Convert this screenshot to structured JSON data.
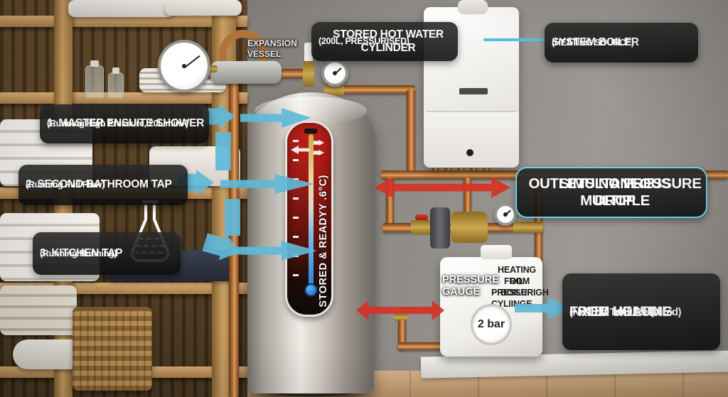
{
  "diagram": {
    "cylinder_label": {
      "title": "STORED HOT WATER CYLINDER",
      "subtitle": "(200L, PRESSURISED)"
    },
    "boiler_label": {
      "title": "SYSTEM BOILER",
      "subtitle": "(HEATING SOURCE)"
    },
    "expansion_vessel_label": {
      "line1": "EXPANSION",
      "line2": "VESSEL"
    },
    "outlets": [
      {
        "title": "1. MASTER ENSUITE SHOWER",
        "subtitle": "(Running High Pressure, 20L/min+)"
      },
      {
        "title": "2. SECOND BATHROOM TAP",
        "subtitle": "(Running Full Flow)"
      },
      {
        "title": "3. KITCHEN TAP",
        "subtitle": "(Running Running)"
      }
    ],
    "simultaneous_label": {
      "line1": "SIMULTANEOUS MULTIPLE",
      "line2": "OUTLETS NO PRESSURE DROP"
    },
    "pressure_gauge_label": {
      "line1": "PRESSURE",
      "line2": "GAUGE"
    },
    "pressure_unit": {
      "line1": "HEATING OIL",
      "line2": "FROM BOILER",
      "line3": "PRESSURIGH",
      "line4": "CYLIINGE",
      "gauge_reading": "2 bar"
    },
    "fixed_volume_label": {
      "line1": "FIXED VOLUME",
      "line2": "FROM HEATING",
      "line3": "(No Loft Tank Required)"
    },
    "cylinder_panel_text": "STORED & READYY .6°C)",
    "colors": {
      "arrow_blue": "#5fb9d8",
      "arrow_red": "#d63226",
      "label_background": "#141414",
      "highlight_border": "#6fd0ea",
      "copper_pipe": "#b0743a"
    }
  }
}
